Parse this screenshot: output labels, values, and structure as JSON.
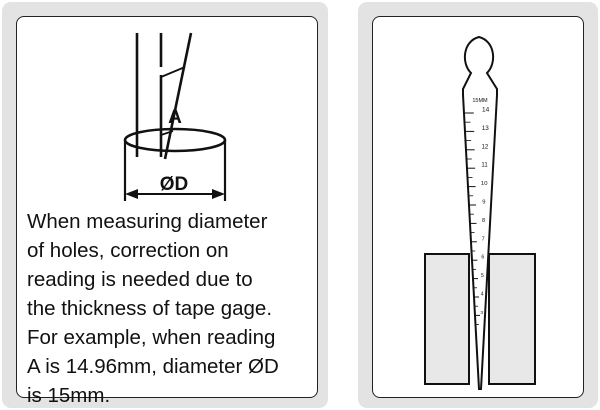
{
  "left_panel": {
    "label_a": "A",
    "label_diameter": "ØD",
    "description_lines": [
      "When measuring diameter",
      "of holes, correction on",
      "reading is needed due to",
      "the thickness of tape gage.",
      "For example, when reading",
      "A is 14.96mm, diameter ØD",
      "is 15mm."
    ]
  },
  "right_panel": {
    "gauge_header": "15MM",
    "scale_labels": [
      "14",
      "13",
      "12",
      "11",
      "10",
      "9",
      "8",
      "7",
      "6",
      "5",
      "4",
      "3"
    ]
  },
  "colors": {
    "outer_panel": "#e3e3e3",
    "card_background": "#ffffff",
    "line": "#111111"
  }
}
